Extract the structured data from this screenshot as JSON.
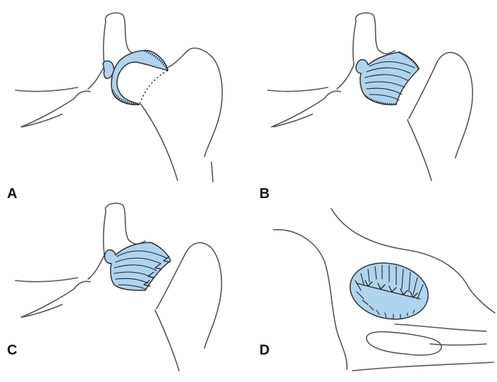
{
  "panels": {
    "a": {
      "label": "A"
    },
    "b": {
      "label": "B"
    },
    "c": {
      "label": "C"
    },
    "d": {
      "label": "D"
    }
  },
  "colors": {
    "capsule_fill": "#aed4ee",
    "outline": "#555555"
  }
}
